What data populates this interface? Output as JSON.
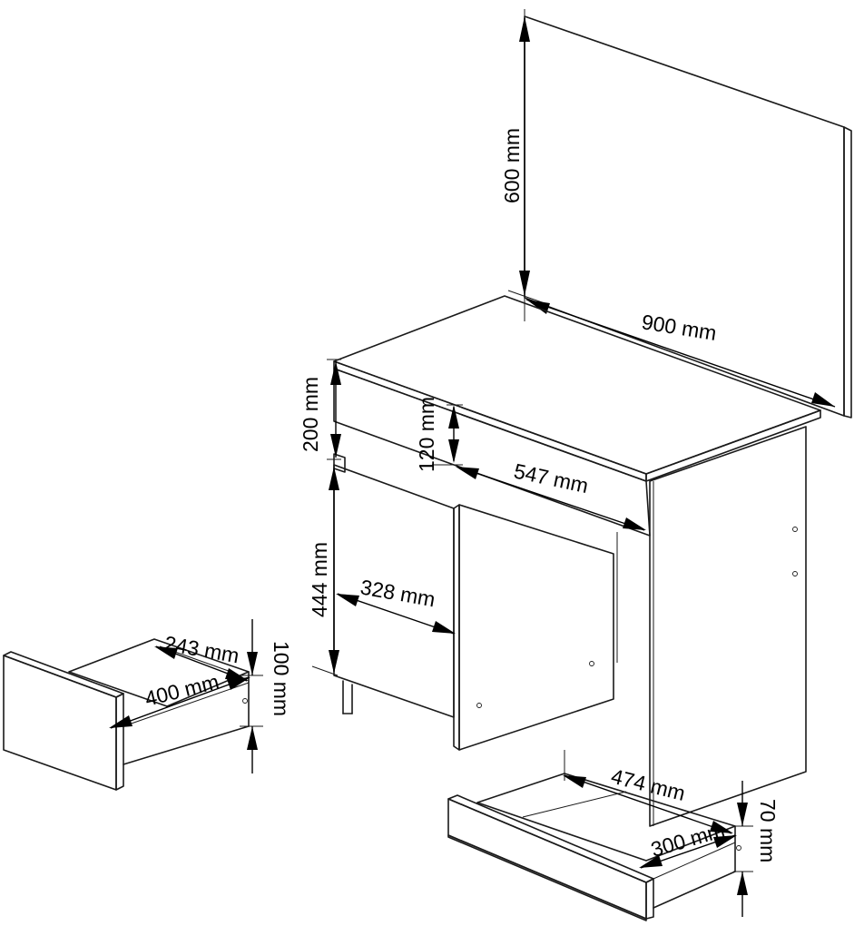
{
  "dimensions": {
    "mirror_height": "600 mm",
    "mirror_width": "900 mm",
    "top_height": "200 mm",
    "drawer_front_height": "120 mm",
    "desk_depth": "547 mm",
    "cabinet_height": "444 mm",
    "door_width": "328 mm",
    "left_drawer_inner_width": "243 mm",
    "left_drawer_depth": "400 mm",
    "left_drawer_height": "100 mm",
    "right_drawer_depth": "474 mm",
    "right_drawer_inner_width": "300 mm",
    "right_drawer_height": "70 mm"
  }
}
